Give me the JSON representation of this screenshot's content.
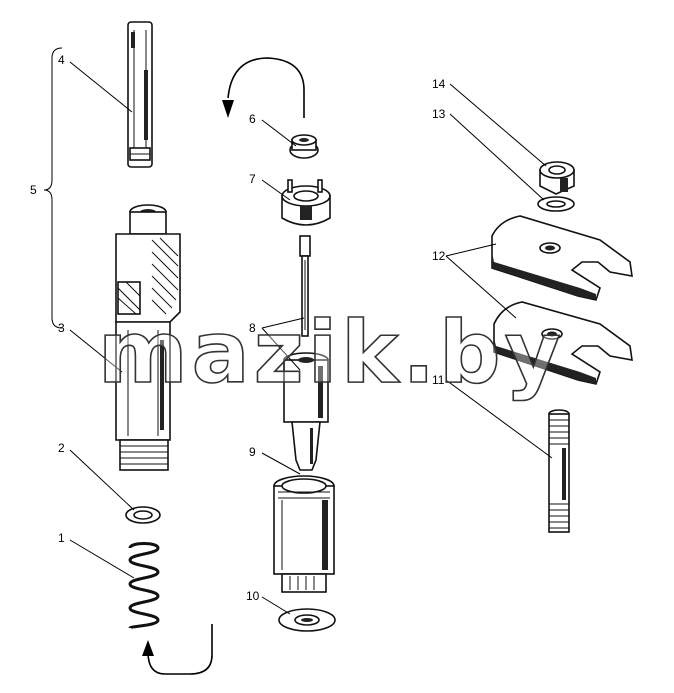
{
  "diagram": {
    "callouts": {
      "c1": "1",
      "c2": "2",
      "c3": "3",
      "c4": "4",
      "c5": "5",
      "c6": "6",
      "c7": "7",
      "c8": "8",
      "c9": "9",
      "c10": "10",
      "c11": "11",
      "c12": "12",
      "c13": "13",
      "c14": "14"
    },
    "watermark": "mazik.by"
  },
  "colors": {
    "ink": "#111111",
    "background": "#ffffff"
  }
}
